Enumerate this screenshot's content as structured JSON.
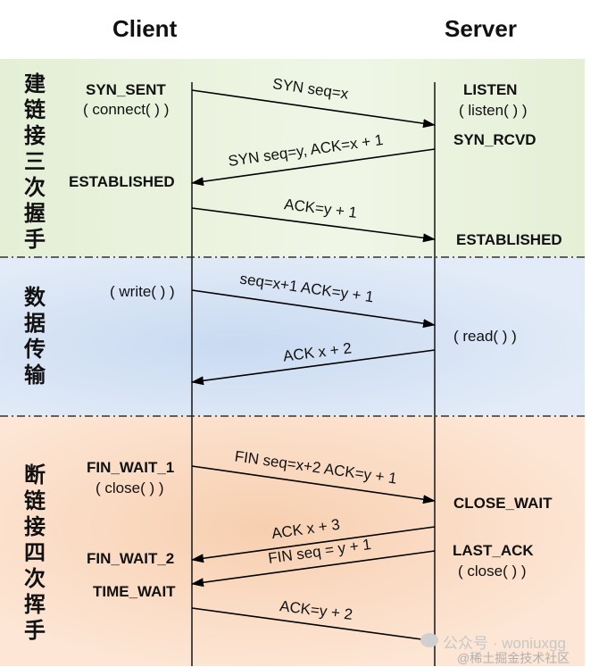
{
  "headers": {
    "client": "Client",
    "server": "Server"
  },
  "phases": [
    {
      "label": "建链接三次握手",
      "color": "#e3efd4"
    },
    {
      "label": "数据传输",
      "color": "#d6e3f4"
    },
    {
      "label": "断链接四次挥手",
      "color": "#fbe0cc"
    }
  ],
  "client_states": [
    {
      "state": "SYN_SENT",
      "call": "( connect( ) )"
    },
    {
      "state": "ESTABLISHED",
      "call": ""
    },
    {
      "state": "",
      "call": "( write( ) )"
    },
    {
      "state": "FIN_WAIT_1",
      "call": "( close( ) )"
    },
    {
      "state": "FIN_WAIT_2",
      "call": ""
    },
    {
      "state": "TIME_WAIT",
      "call": ""
    }
  ],
  "server_states": [
    {
      "state": "LISTEN",
      "call": "( listen( ) )"
    },
    {
      "state": "SYN_RCVD",
      "call": ""
    },
    {
      "state": "ESTABLISHED",
      "call": ""
    },
    {
      "state": "",
      "call": "( read( ) )"
    },
    {
      "state": "CLOSE_WAIT",
      "call": ""
    },
    {
      "state": "LAST_ACK",
      "call": "( close( ) )"
    }
  ],
  "messages": [
    {
      "label": "SYN seq=x",
      "direction": "client-to-server"
    },
    {
      "label": "SYN seq=y, ACK=x + 1",
      "direction": "server-to-client"
    },
    {
      "label": "ACK=y + 1",
      "direction": "client-to-server"
    },
    {
      "label": "seq=x+1 ACK=y + 1",
      "direction": "client-to-server"
    },
    {
      "label": "ACK x + 2",
      "direction": "server-to-client"
    },
    {
      "label": "FIN seq=x+2 ACK=y + 1",
      "direction": "client-to-server"
    },
    {
      "label": "ACK x + 3",
      "direction": "server-to-client"
    },
    {
      "label": "FIN seq = y + 1",
      "direction": "server-to-client"
    },
    {
      "label": "ACK=y + 2",
      "direction": "client-to-server"
    }
  ],
  "watermark": {
    "line1": "公众号 · woniuxgg",
    "line2": "@稀土掘金技术社区"
  }
}
